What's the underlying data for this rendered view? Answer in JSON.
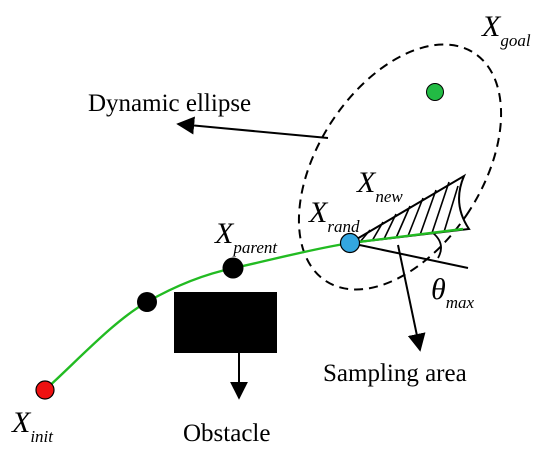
{
  "labels": {
    "x_goal": {
      "main": "X",
      "sub": "goal"
    },
    "x_new": {
      "main": "X",
      "sub": "new"
    },
    "x_rand": {
      "main": "X",
      "sub": "rand"
    },
    "x_parent": {
      "main": "X",
      "sub": "parent"
    },
    "x_init": {
      "main": "X",
      "sub": "init"
    },
    "theta_max": {
      "main": "θ",
      "sub": "max"
    },
    "dynamic_ellipse": "Dynamic ellipse",
    "sampling_area": "Sampling area",
    "obstacle": "Obstacle"
  },
  "colors": {
    "path": "#22bb22",
    "goal_node": "#22bb44",
    "rand_node": "#33a6e0",
    "init_node": "#ee1111",
    "tree_node": "#000000",
    "obstacle": "#000000"
  }
}
